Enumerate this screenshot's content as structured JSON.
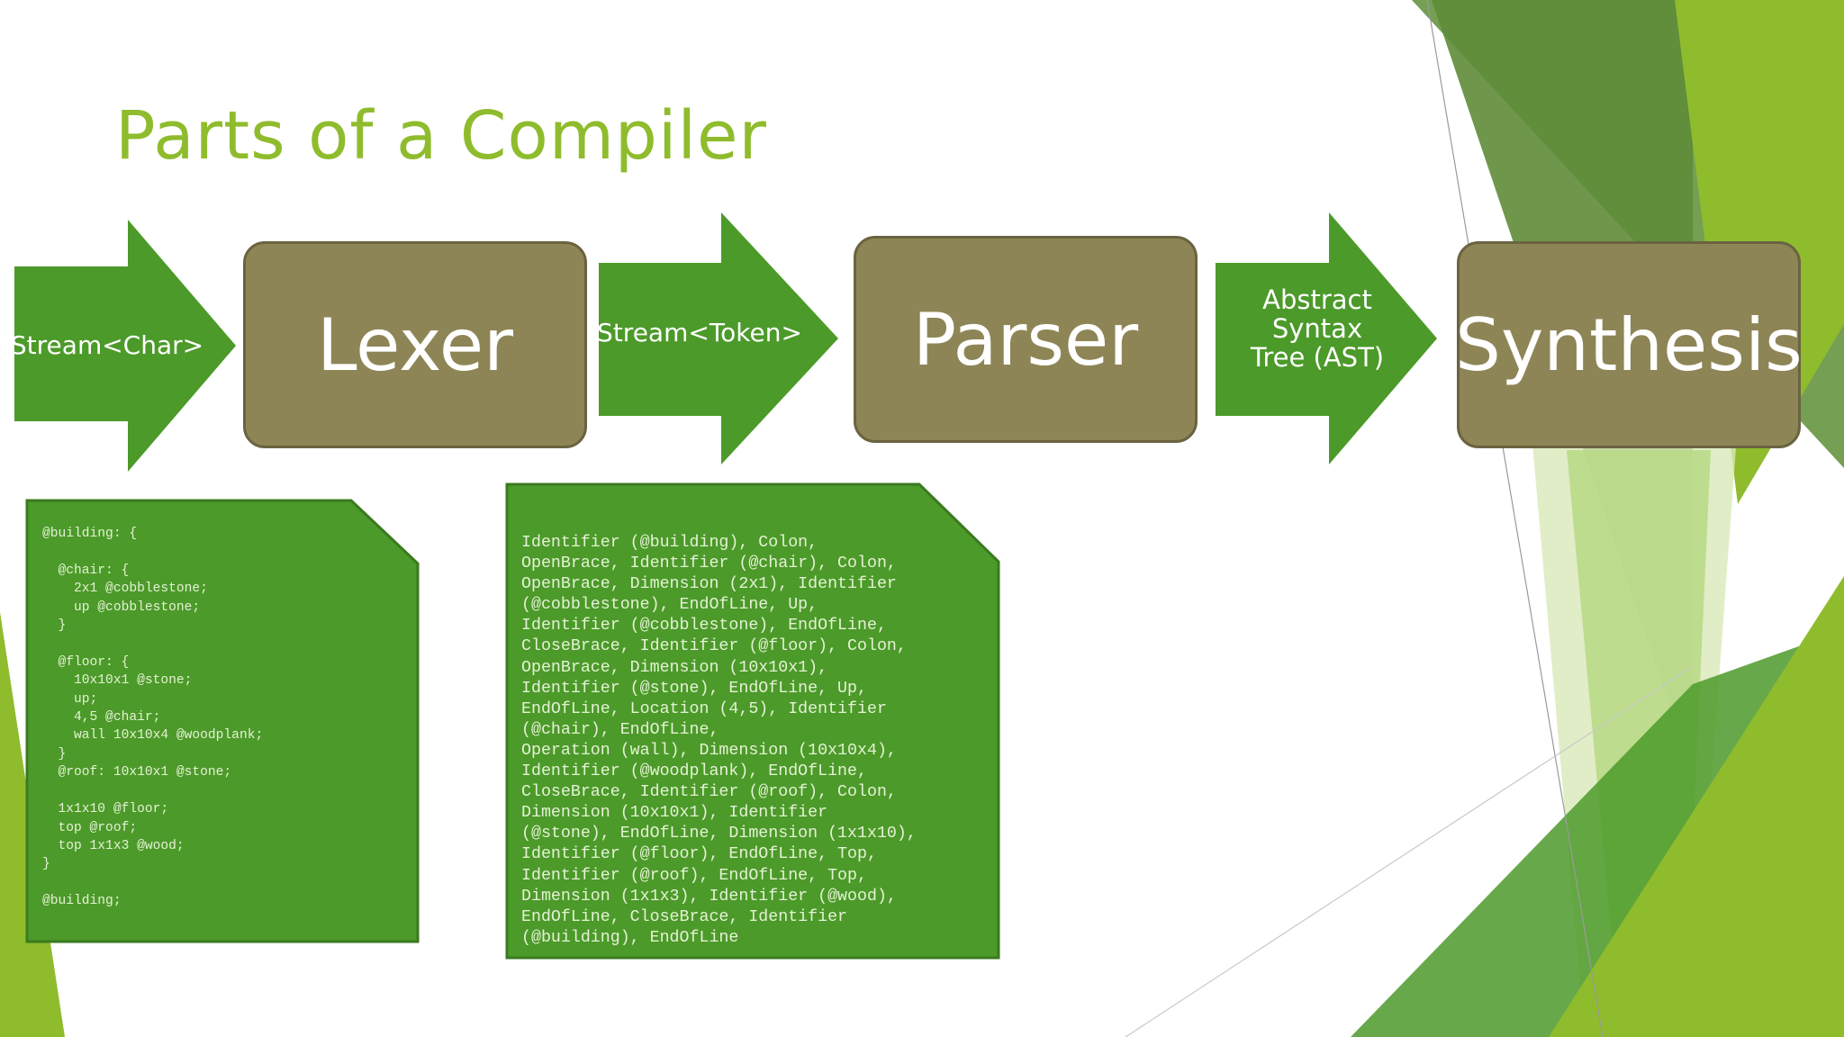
{
  "slide": {
    "title": "Parts of a Compiler",
    "colors": {
      "title": "#8fbc2d",
      "arrow": "#4c9a2a",
      "stage_fill": "#8e8556",
      "stage_border": "#6a6340",
      "note_fill": "#4c9a2a",
      "note_border": "#3a7a1f"
    }
  },
  "arrows": {
    "stream_char": "Stream<Char>",
    "stream_token": "Stream<Token>",
    "ast": "Abstract Syntax\nTree (AST)"
  },
  "stages": {
    "lexer": "Lexer",
    "parser": "Parser",
    "synthesis": "Synthesis"
  },
  "notes": {
    "source_code": "@building: {\n\n  @chair: {\n    2x1 @cobblestone;\n    up @cobblestone;\n  }\n\n  @floor: {\n    10x10x1 @stone;\n    up;\n    4,5 @chair;\n    wall 10x10x4 @woodplank;\n  }\n  @roof: 10x10x1 @stone;\n\n  1x1x10 @floor;\n  top @roof;\n  top 1x1x3 @wood;\n}\n\n@building;",
    "token_stream": "Identifier (@building), Colon,\nOpenBrace, Identifier (@chair), Colon,\nOpenBrace, Dimension (2x1), Identifier\n(@cobblestone), EndOfLine, Up,\nIdentifier (@cobblestone), EndOfLine,\nCloseBrace, Identifier (@floor), Colon,\nOpenBrace, Dimension (10x10x1),\nIdentifier (@stone), EndOfLine, Up,\nEndOfLine, Location (4,5), Identifier\n(@chair), EndOfLine,\nOperation (wall), Dimension (10x10x4),\nIdentifier (@woodplank), EndOfLine,\nCloseBrace, Identifier (@roof), Colon,\nDimension (10x10x1), Identifier\n(@stone), EndOfLine, Dimension (1x1x10),\nIdentifier (@floor), EndOfLine, Top,\nIdentifier (@roof), EndOfLine, Top,\nDimension (1x1x3), Identifier (@wood),\nEndOfLine, CloseBrace, Identifier\n(@building), EndOfLine"
  }
}
